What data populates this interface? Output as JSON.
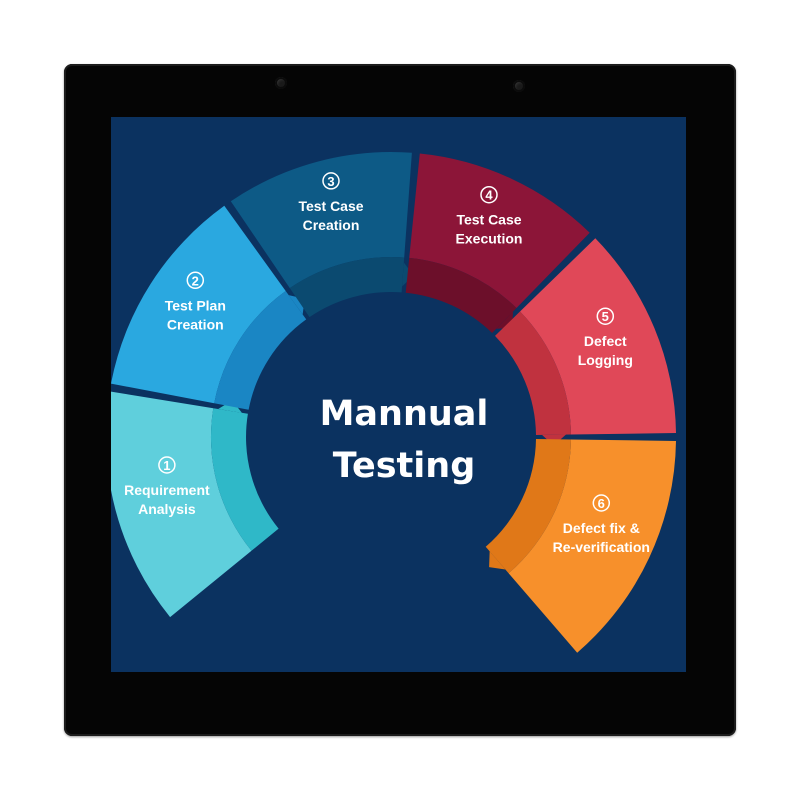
{
  "title_lines": [
    "Mannual",
    "Testing"
  ],
  "steps": [
    {
      "number": "1",
      "lines": [
        "Requirement",
        "Analysis"
      ],
      "color": "#5fcfdc",
      "inner_color": "#2fb8c8"
    },
    {
      "number": "2",
      "lines": [
        "Test Plan",
        "Creation"
      ],
      "color": "#2aa8e0",
      "inner_color": "#1a86c4"
    },
    {
      "number": "3",
      "lines": [
        "Test Case",
        "Creation"
      ],
      "color": "#0d5a86",
      "inner_color": "#0b4a70"
    },
    {
      "number": "4",
      "lines": [
        "Test Case",
        "Execution"
      ],
      "color": "#8c1538",
      "inner_color": "#6c0f2a"
    },
    {
      "number": "5",
      "lines": [
        "Defect",
        "Logging"
      ],
      "color": "#e04858",
      "inner_color": "#c0323f"
    },
    {
      "number": "6",
      "lines": [
        "Defect fix &",
        "Re-verification"
      ],
      "color": "#f7902b",
      "inner_color": "#e07818"
    }
  ],
  "colors": {
    "screen_background": "#0b3260",
    "bezel": "#050505"
  }
}
